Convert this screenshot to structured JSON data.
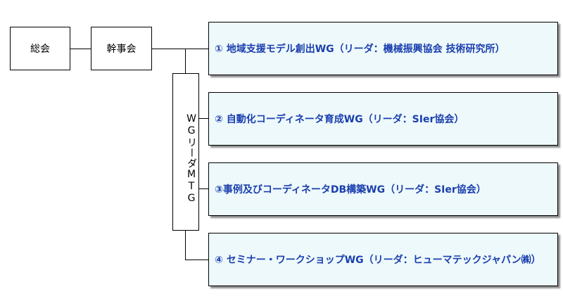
{
  "nodes": {
    "general_assembly": "総会",
    "executive_committee": "幹事会",
    "wg_leader_mtg": "WGリーダMTG"
  },
  "working_groups": [
    {
      "label": "① 地域支援モデル創出WG（リーダ：機械振興協会 技術研究所）"
    },
    {
      "label": "② 自動化コーディネータ育成WG（リーダ：SIer協会）"
    },
    {
      "label": "③事例及びコーディネータDB構築WG（リーダ：SIer協会）"
    },
    {
      "label": "④ セミナー・ワークショップWG（リーダ：ヒューマテックジャパン㈱）"
    }
  ]
}
